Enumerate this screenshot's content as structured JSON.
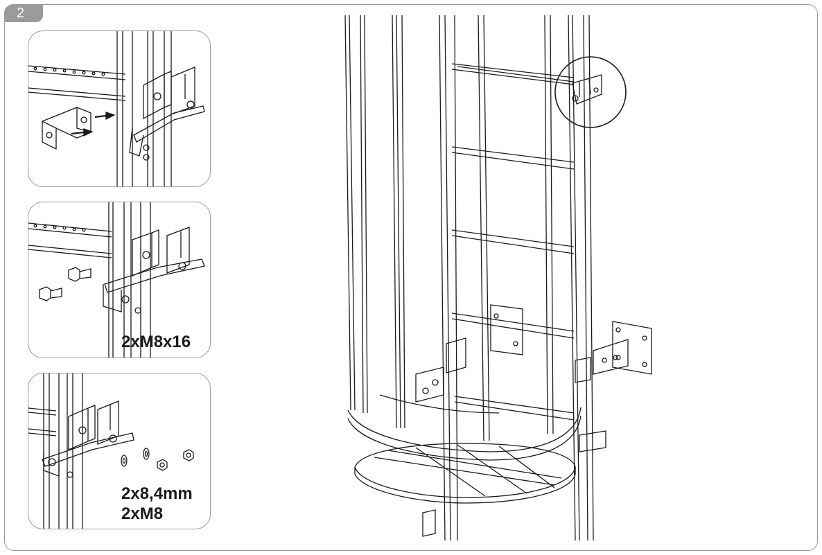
{
  "step": {
    "number": "2"
  },
  "panels": [
    {
      "id": "insert-bracket",
      "label": ""
    },
    {
      "id": "bolts",
      "label": "2xM8x16"
    },
    {
      "id": "washers-nuts",
      "label_line1": "2x8,4mm",
      "label_line2": "2xM8"
    }
  ],
  "colors": {
    "frame": "#9a9a9a",
    "badge": "#9b9b9b",
    "line": "#1a1a1a"
  }
}
